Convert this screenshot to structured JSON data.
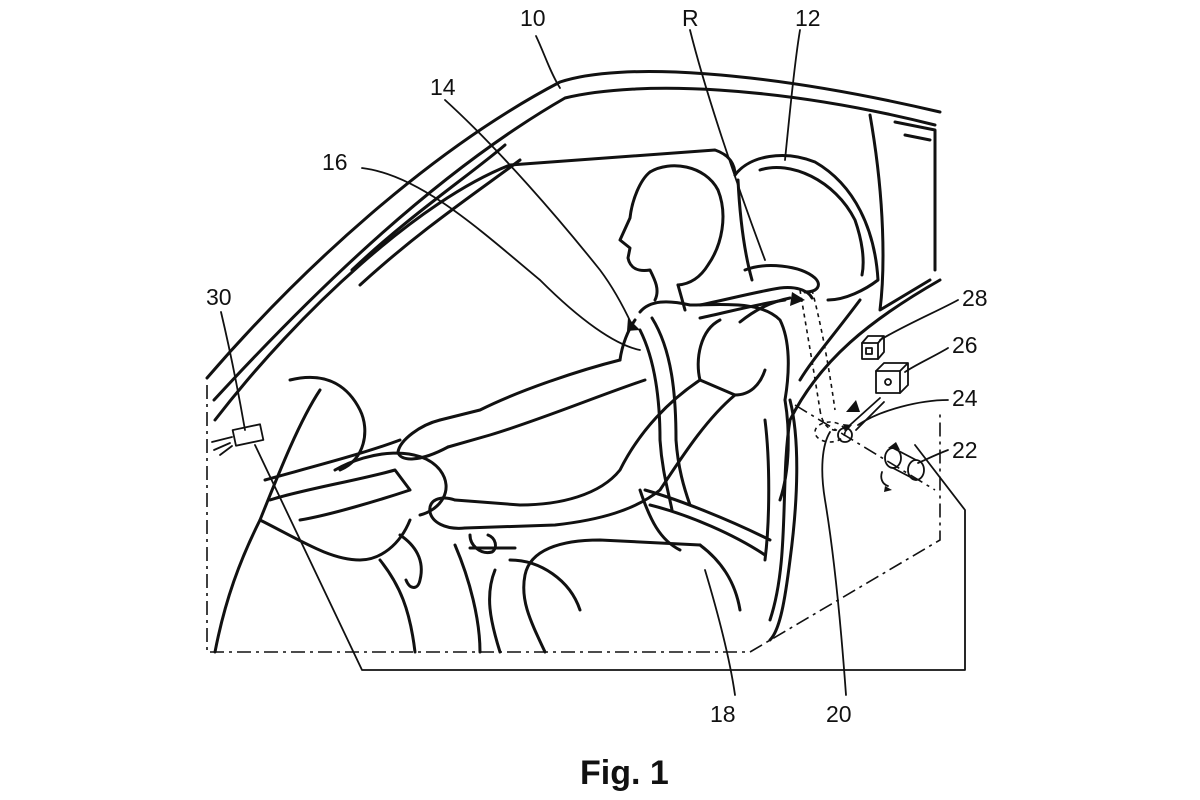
{
  "figure": {
    "caption": "Fig. 1",
    "labels": {
      "vehicle": "10",
      "seat": "12",
      "occupant": "14",
      "belt_webbing": "16",
      "lap_belt": "18",
      "belt_path": "20",
      "motor": "22",
      "buckle": "24",
      "control_unit": "26",
      "sensor": "28",
      "camera": "30",
      "direction": "R"
    }
  }
}
